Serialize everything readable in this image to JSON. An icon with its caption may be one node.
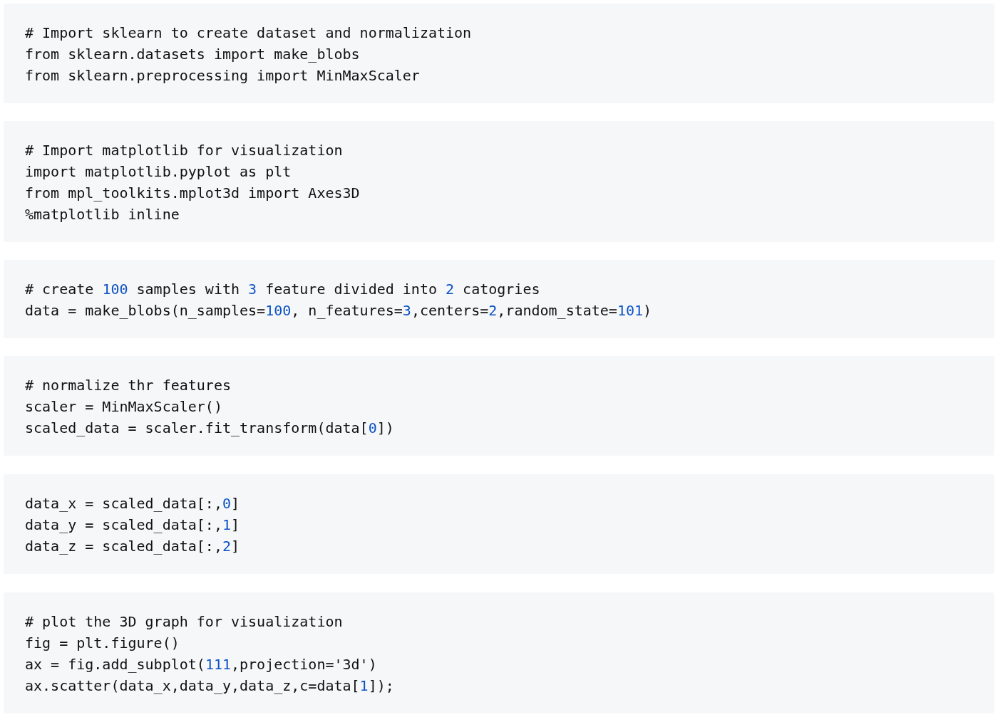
{
  "diagram": {
    "nodes": [
      {
        "text": [
          "# Import sklearn to create dataset and normalization",
          "from sklearn.datasets import make_blobs",
          "from sklearn.preprocessing import MinMaxScaler"
        ]
      },
      {
        "text": [
          "# Import matplotlib for visualization",
          "import matplotlib.pyplot as plt",
          "from mpl_toolkits.mplot3d import Axes3D",
          "%matplotlib inline"
        ]
      },
      {
        "text": [
          "# create 100 samples with 3 feature divided into 2 catogries",
          "data = make_blobs(n_samples=100, n_features=3,centers=2,random_state=101)"
        ]
      },
      {
        "text": [
          "# normalize thr features",
          "scaler = MinMaxScaler()",
          "scaled_data = scaler.fit_transform(data[0])"
        ]
      },
      {
        "text": [
          "data_x = scaled_data[:,0]",
          "data_y = scaled_data[:,1]",
          "data_z = scaled_data[:,2]"
        ]
      },
      {
        "text": [
          "# plot the 3D graph for visualization",
          "fig = plt.figure()",
          "ax = fig.add_subplot(111,projection='3d')",
          "ax.scatter(data_x,data_y,data_z,c=data[1]);"
        ]
      }
    ]
  }
}
